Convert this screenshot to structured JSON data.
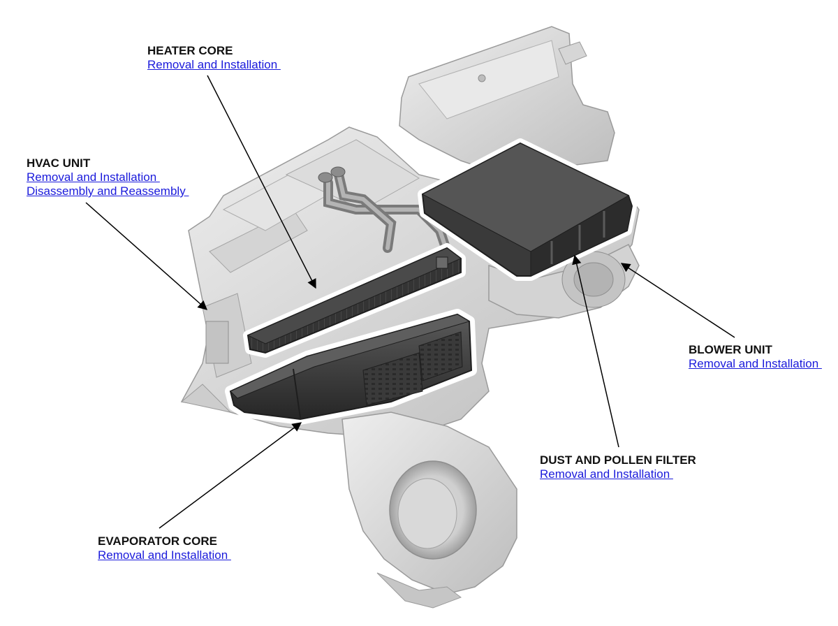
{
  "callouts": {
    "heater_core": {
      "title": "HEATER CORE",
      "links": [
        "Removal and Installation "
      ]
    },
    "hvac_unit": {
      "title": "HVAC UNIT",
      "links": [
        "Removal and Installation ",
        "Disassembly and Reassembly "
      ]
    },
    "blower_unit": {
      "title": "BLOWER UNIT",
      "links": [
        "Removal and Installation "
      ]
    },
    "dust_pollen_filter": {
      "title": "DUST AND POLLEN FILTER",
      "links": [
        "Removal and Installation "
      ]
    },
    "evaporator_core": {
      "title": "EVAPORATOR CORE",
      "links": [
        "Removal and Installation "
      ]
    }
  },
  "colors": {
    "title_text": "#111111",
    "link_text": "#1a1adb",
    "housing_light": "#e2e2e2",
    "housing_mid": "#c9c9c9",
    "housing_shadow": "#a9a9a9",
    "core_dark": "#3b3b3b",
    "leader_line": "#000000"
  }
}
